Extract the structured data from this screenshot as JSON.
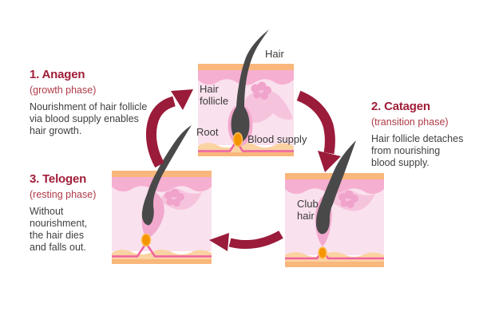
{
  "phases": {
    "anagen": {
      "heading": "1. Anagen",
      "phase_label": "(growth phase)",
      "body_lines": [
        "Nourishment of hair follicle",
        "via blood supply enables",
        "hair growth."
      ]
    },
    "catagen": {
      "heading": "2. Catagen",
      "phase_label": "(transition phase)",
      "body_lines": [
        "Hair follicle detaches",
        "from nourishing",
        "blood supply."
      ]
    },
    "telogen": {
      "heading": "3. Telogen",
      "phase_label": "(resting phase)",
      "body_lines": [
        "Without",
        "nourishment,",
        "the hair dies",
        "and falls out."
      ]
    }
  },
  "diagram_labels": {
    "hair": "Hair",
    "hair_follicle_lines": [
      "Hair",
      "follicle"
    ],
    "root": "Root",
    "blood_supply": "Blood supply",
    "club_hair_lines": [
      "Club",
      "hair"
    ]
  },
  "colors": {
    "arrow": "#9A1B3A",
    "heading": "#A01E39",
    "phase_label": "#AE3B47",
    "body_text": "#404040",
    "diagram_label": "#3A3A3A",
    "skin_surface_orange": "#F9B77C",
    "epidermis_pink": "#F5AFD0",
    "dermis_pink": "#FAE1EE",
    "lower_band_cream": "#FBD3A2",
    "blood_vessel_pink": "#EF62A1",
    "papilla_orange": "#F59500",
    "hair_dark": "#494949",
    "follicle_sheath_pink": "#F2A9CE",
    "sebaceous_gland_pink": "#F0A3CB"
  }
}
